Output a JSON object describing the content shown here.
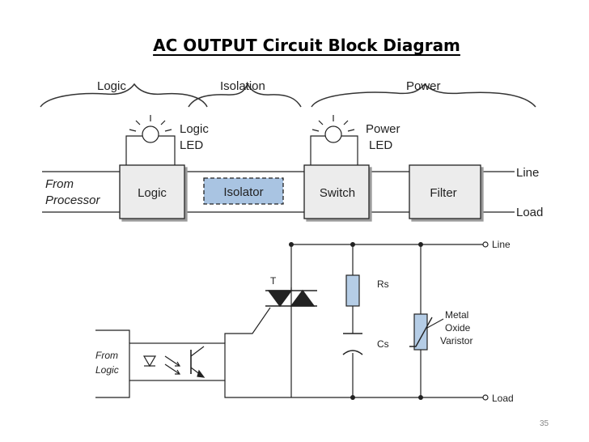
{
  "title": "AC OUTPUT Circuit Block Diagram",
  "sections": {
    "logic": "Logic",
    "isolation": "Isolation",
    "power": "Power"
  },
  "block": {
    "logic_led_1": "Logic",
    "logic_led_2": "LED",
    "power_led_1": "Power",
    "power_led_2": "LED",
    "from_1": "From",
    "from_2": "Processor",
    "logic": "Logic",
    "isolator": "Isolator",
    "switch": "Switch",
    "filter": "Filter",
    "line": "Line",
    "load": "Load"
  },
  "circuit": {
    "triac": "T",
    "rs": "Rs",
    "cs": "Cs",
    "mov_1": "Metal",
    "mov_2": "Oxide",
    "mov_3": "Varistor",
    "line": "Line",
    "load": "Load",
    "from_1": "From",
    "from_2": "Logic"
  },
  "page_number": "35",
  "colors": {
    "block_fill": "#ececec",
    "isolator_fill": "#a9c4e2",
    "mov_fill": "#b5cde6",
    "resistor_fill": "#b5cde6"
  }
}
